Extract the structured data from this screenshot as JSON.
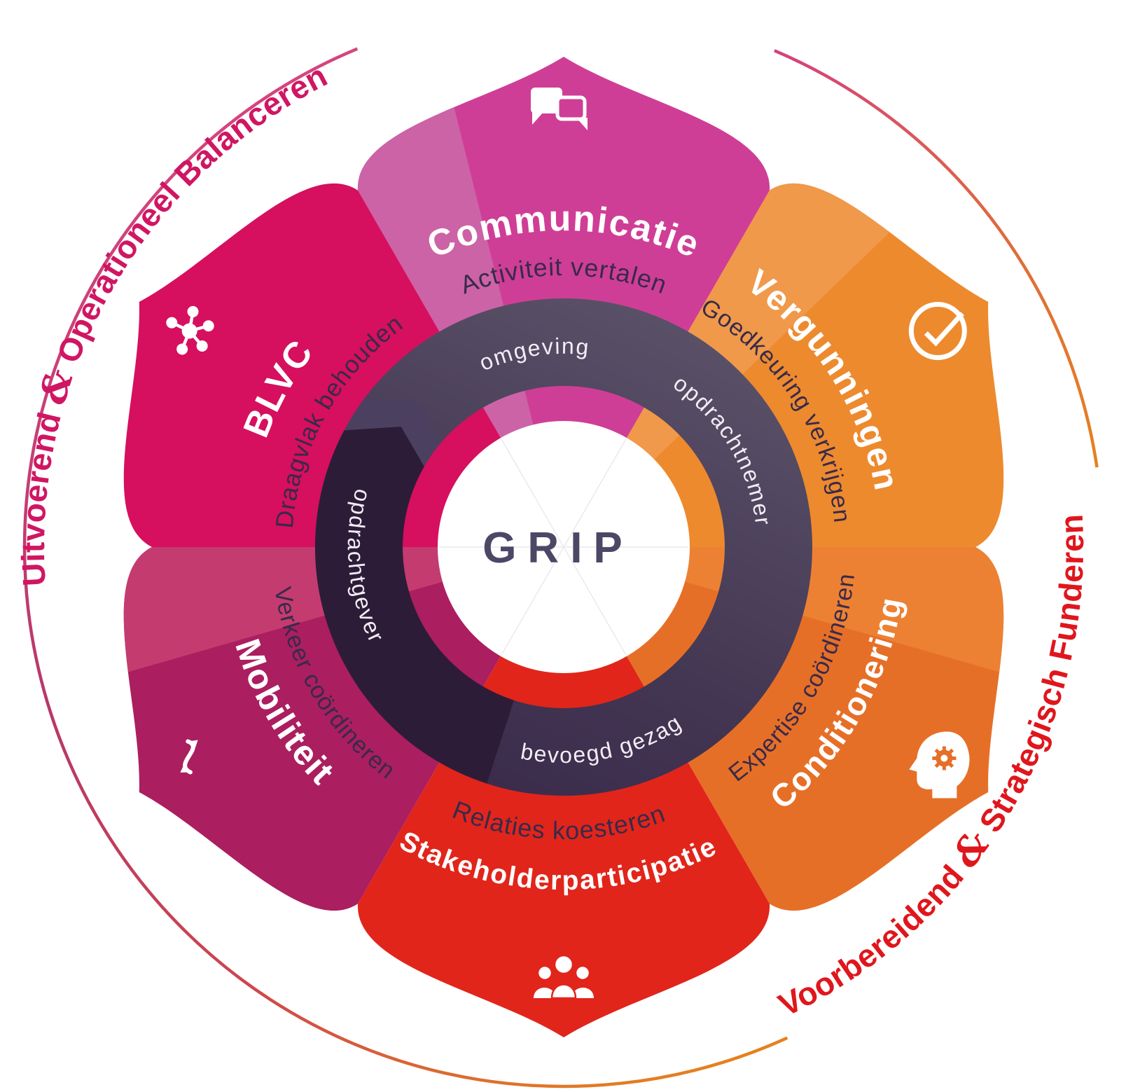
{
  "title": "GRIP",
  "diagram": {
    "center": {
      "label": "GRIP",
      "color": "#4d4766"
    },
    "outer_texts": [
      {
        "id": "uitvoerend-operationeel",
        "text": "Uitvoerend & Operationeel Balanceren",
        "color": "#d01663",
        "angle": 150.5,
        "family": "cw"
      },
      {
        "id": "voorbereidend-strategisch",
        "text": "Voorbereidend & Strategisch Funderen",
        "color": "#e0161d",
        "angle": 329.5,
        "family": "ccw"
      }
    ],
    "outer_arcs": [
      {
        "id": "arc-balanceren",
        "from": 112.5,
        "to": 294.5,
        "color_start": "#d5447f",
        "color_mid1": "#b83768",
        "color_mid2": "#cc4550",
        "color_end": "#e5811f"
      },
      {
        "id": "arc-funderen",
        "from": 8.5,
        "to": 67,
        "color_start": "#e5811f",
        "color_mid1": "#e06a3c",
        "color_mid2": "#d85560",
        "color_end": "#d4417e"
      }
    ],
    "segments": [
      {
        "id": "communicatie",
        "label": "Communicatie",
        "sublabel": "Activiteit vertalen",
        "icon": "chat-bubbles-icon",
        "color": "#cf3e96",
        "light_color": "#cc63a6",
        "light_range": [
          104,
          120
        ],
        "angle": 90,
        "label_angle": 90,
        "label_family": "cw",
        "label_size": 52,
        "sub_size": 36
      },
      {
        "id": "vergunningen",
        "label": "Vergunningen",
        "sublabel": "Goedkeuring verkrijgen",
        "icon": "check-circle-icon",
        "color": "#ed8a2e",
        "light_color": "#f0994a",
        "light_range": [
          44,
          60
        ],
        "angle": 30,
        "label_angle": 32.5,
        "label_family": "cw",
        "label_size": 50,
        "sub_size": 34
      },
      {
        "id": "conditionering",
        "label": "Conditionering",
        "sublabel": "Expertise coördineren",
        "icon": "head-gear-icon",
        "color": "#e66f27",
        "light_color": "#ec8134",
        "light_range": [
          344,
          360
        ],
        "angle": 330,
        "label_angle": 330.5,
        "label_family": "ccw",
        "label_size": 46,
        "sub_size": 34
      },
      {
        "id": "stakeholderparticipatie",
        "label": "Stakeholderparticipatie",
        "sublabel": "Relaties koesteren",
        "icon": "people-group-icon",
        "color": "#e1251b",
        "light_color": null,
        "light_range": null,
        "angle": 270,
        "label_angle": 269,
        "label_family": "ccw",
        "label_size": 39,
        "sub_size": 36
      },
      {
        "id": "mobiliteit",
        "label": "Mobiliteit",
        "sublabel": "Verkeer coördineren",
        "icon": "swap-arrows-icon",
        "color": "#ab1e60",
        "light_color": "#c43b70",
        "light_range": [
          180,
          196
        ],
        "angle": 210,
        "label_angle": 210.5,
        "label_family": "ccw",
        "label_size": 50,
        "sub_size": 34
      },
      {
        "id": "blvc",
        "label": "BLVC",
        "sublabel": "Draagvlak behouden",
        "icon": "network-nodes-icon",
        "color": "#d60f5e",
        "light_color": null,
        "light_range": null,
        "angle": 150,
        "label_angle": 151,
        "label_family": "cw",
        "label_size": 52,
        "sub_size": 35
      }
    ],
    "ring": {
      "colors": {
        "top": "#5a5168",
        "bottom": "#392a4a",
        "overlay": "#2d1c38",
        "step": "#4c4060",
        "label": "#f3edf5"
      },
      "sub_label_color": "#382a4a",
      "labels": [
        {
          "id": "omgeving",
          "text": "omgeving",
          "angle": 98.5,
          "family": "cw"
        },
        {
          "id": "opdrachtnemer",
          "text": "opdrachtnemer",
          "angle": 31,
          "family": "cw"
        },
        {
          "id": "bevoegd-gezag",
          "text": "bevoegd gezag",
          "angle": 281,
          "family": "ccw"
        },
        {
          "id": "opdrachtgever",
          "text": "opdrachtgever",
          "angle": 185.5,
          "family": "ccw"
        }
      ]
    }
  }
}
